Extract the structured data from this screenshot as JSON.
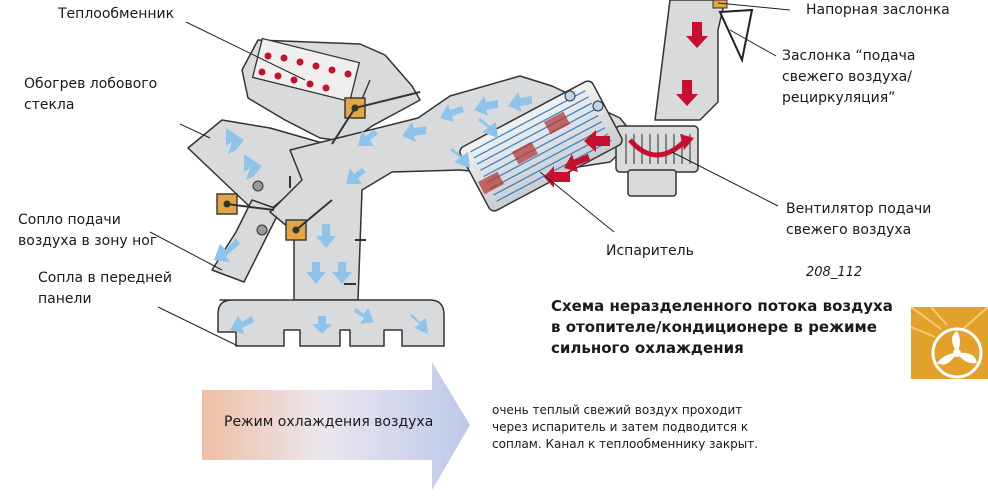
{
  "labels": {
    "heat_exchanger": "Теплообменник",
    "windshield_line1": "Обогрев лобового",
    "windshield_line2": "стекла",
    "footwell_line1": "Сопло подачи",
    "footwell_line2": "воздуха в зону ног",
    "front_panel_line1": "Сопла в передней",
    "front_panel_line2": "панели",
    "pressure_flap": "Напорная заслонка",
    "recirc_line1": "Заслонка “подача",
    "recirc_line2": "свежего воздуха/",
    "recirc_line3": "рециркуляция”",
    "fan_line1": "Вентилятор подачи",
    "fan_line2": "свежего воздуха",
    "evaporator": "Испаритель"
  },
  "figure_id": "208_112",
  "title": {
    "line1": "Схема неразделенного потока воздуха",
    "line2": "в отопителе/кондиционере в режиме",
    "line3": "сильного охлаждения"
  },
  "mode": {
    "label": "Режим охлаждения воздуха",
    "desc_line1": "очень теплый свежий воздух проходит",
    "desc_line2": "через испаритель и затем подводится к",
    "desc_line3": "соплам. Канал к теплообменнику закрыт."
  },
  "colors": {
    "duct": "#d9dadc",
    "duct_stroke": "#333333",
    "cold_arrow": "#8fc4ea",
    "hot_arrow": "#c8102e",
    "flap_box": "#e2a645",
    "badge": "#e2a12a"
  },
  "icons": {
    "badge": "fan-snowflake-icon"
  }
}
